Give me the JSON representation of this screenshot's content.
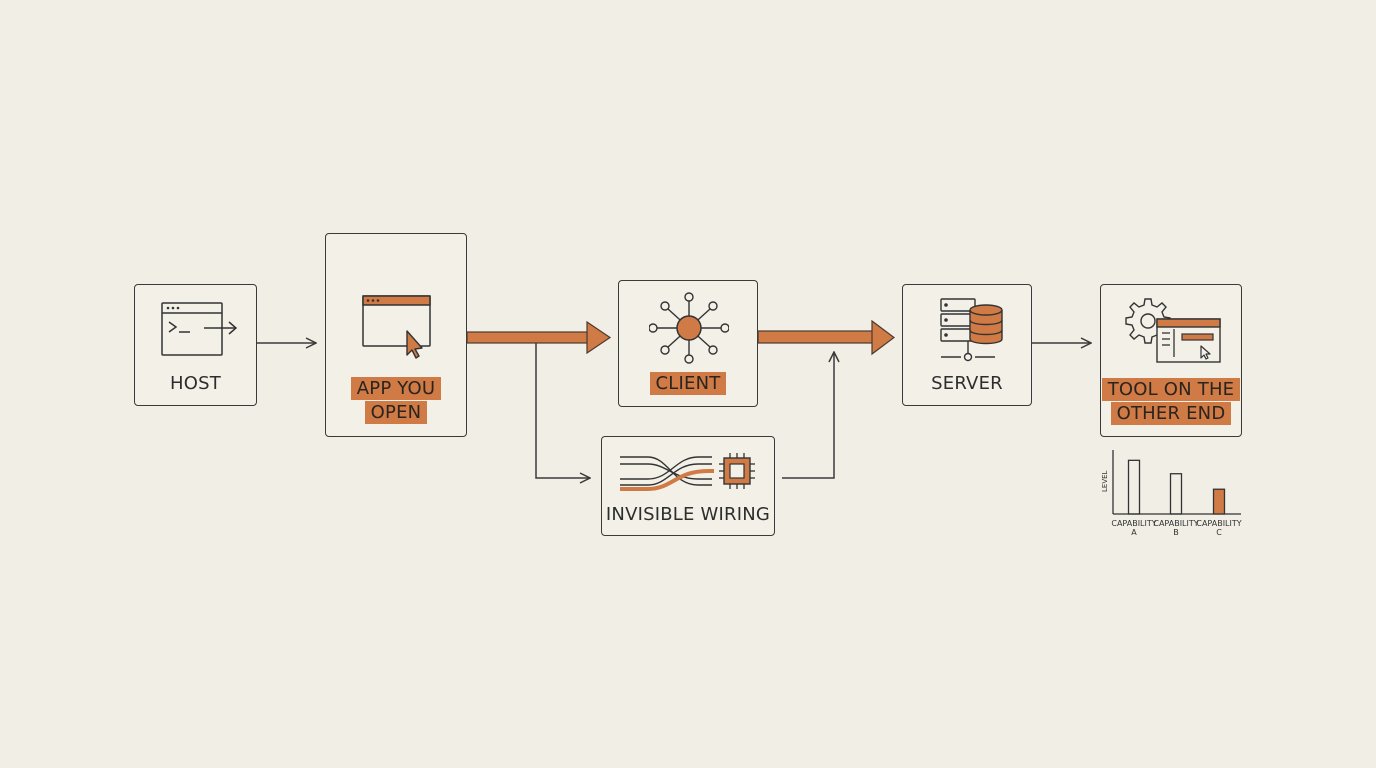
{
  "nodes": {
    "host": "HOST",
    "app": [
      "APP YOU",
      "OPEN"
    ],
    "client": "CLIENT",
    "wiring": "INVISIBLE WIRING",
    "server": "SERVER",
    "tool": [
      "TOOL ON THE",
      "OTHER END"
    ]
  },
  "colors": {
    "accent": "#d07a45",
    "stroke": "#3a3a3a",
    "background": "#f1eee6"
  },
  "icons": {
    "host": "terminal-window-icon",
    "app": "browser-window-cursor-icon",
    "client": "network-hub-icon",
    "wiring": "wires-chip-icon",
    "server": "server-database-icon",
    "tool": "gear-window-icon"
  },
  "chart_data": {
    "type": "bar",
    "categories": [
      "CAPABILITY\nA",
      "CAPABILITY\nB",
      "CAPABILITY\nC"
    ],
    "category_labels": [
      [
        "CAPABILITY",
        "A"
      ],
      [
        "CAPABILITY",
        "B"
      ],
      [
        "CAPABILITY",
        "C"
      ]
    ],
    "values": [
      52,
      39,
      24
    ],
    "ylabel": "LEVEL",
    "ylim": [
      0,
      62
    ],
    "highlight_index": 2,
    "grid": false
  }
}
